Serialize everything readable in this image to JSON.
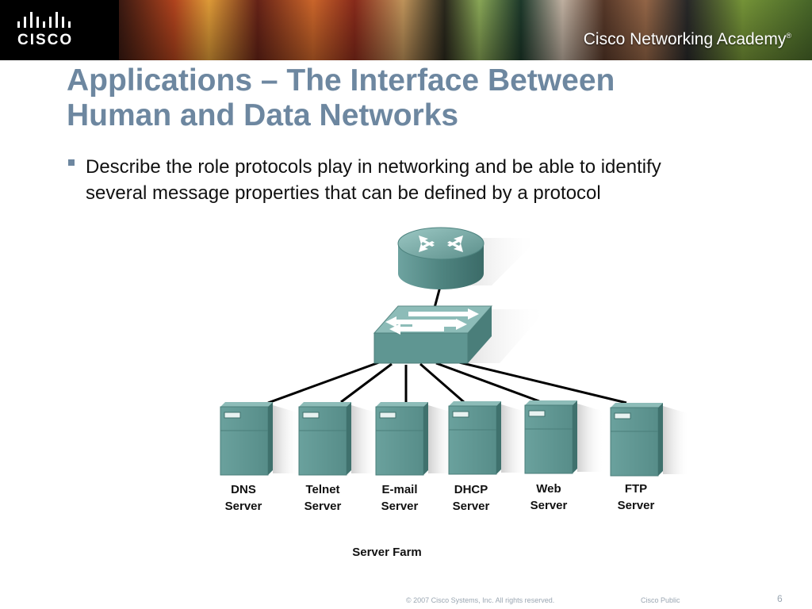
{
  "header": {
    "logo_text": "CISCO",
    "academy_text": "Cisco Networking Academy",
    "registered_mark": "®"
  },
  "slide": {
    "title_line1": "Applications – The Interface Between",
    "title_line2": "Human and Data Networks",
    "bullet": "Describe the role protocols play in networking and be able to identify several message properties that can be defined by a protocol"
  },
  "diagram": {
    "servers": [
      {
        "line1": "DNS",
        "line2": "Server"
      },
      {
        "line1": "Telnet",
        "line2": "Server"
      },
      {
        "line1": "E-mail",
        "line2": "Server"
      },
      {
        "line1": "DHCP",
        "line2": "Server"
      },
      {
        "line1": "Web",
        "line2": "Server"
      },
      {
        "line1": "FTP",
        "line2": "Server"
      }
    ],
    "caption": "Server Farm"
  },
  "footer": {
    "copyright": "© 2007 Cisco Systems, Inc. All rights reserved.",
    "classification": "Cisco Public",
    "page_number": "6"
  },
  "colors": {
    "title": "#6d87a0",
    "device_teal": "#5f9692",
    "device_teal_light": "#8dbcb8"
  }
}
